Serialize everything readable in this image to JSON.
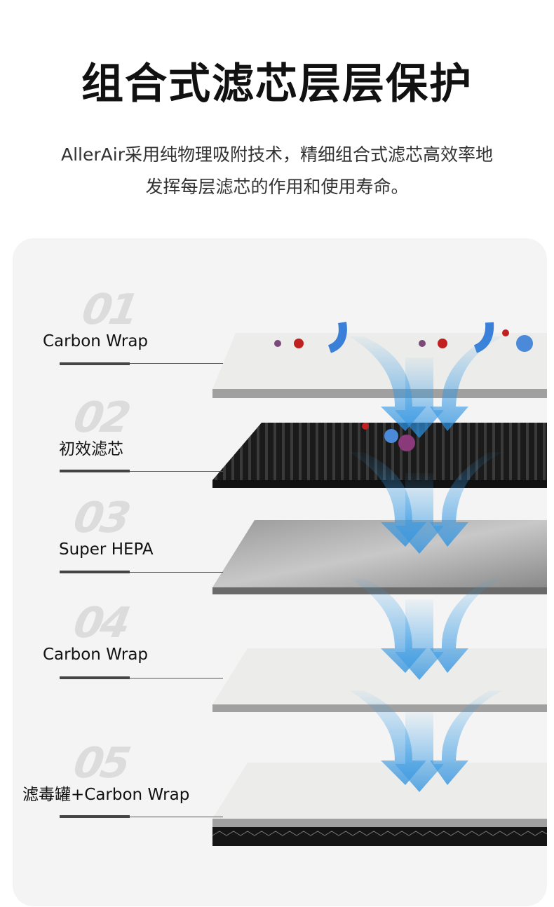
{
  "header": {
    "title": "组合式滤芯层层保护",
    "subtitle_line1": "AllerAir采用纯物理吸附技术，精细组合式滤芯高效率地",
    "subtitle_line2": "发挥每层滤芯的作用和使用寿命。"
  },
  "layers": [
    {
      "number": "01",
      "label": "Carbon Wrap"
    },
    {
      "number": "02",
      "label": "初效滤芯"
    },
    {
      "number": "03",
      "label": "Super HEPA"
    },
    {
      "number": "04",
      "label": "Carbon Wrap"
    },
    {
      "number": "05",
      "label": "滤毒罐+Carbon Wrap"
    }
  ],
  "colors": {
    "arrow": "#3aa0e8",
    "card": "#f4f4f4"
  }
}
